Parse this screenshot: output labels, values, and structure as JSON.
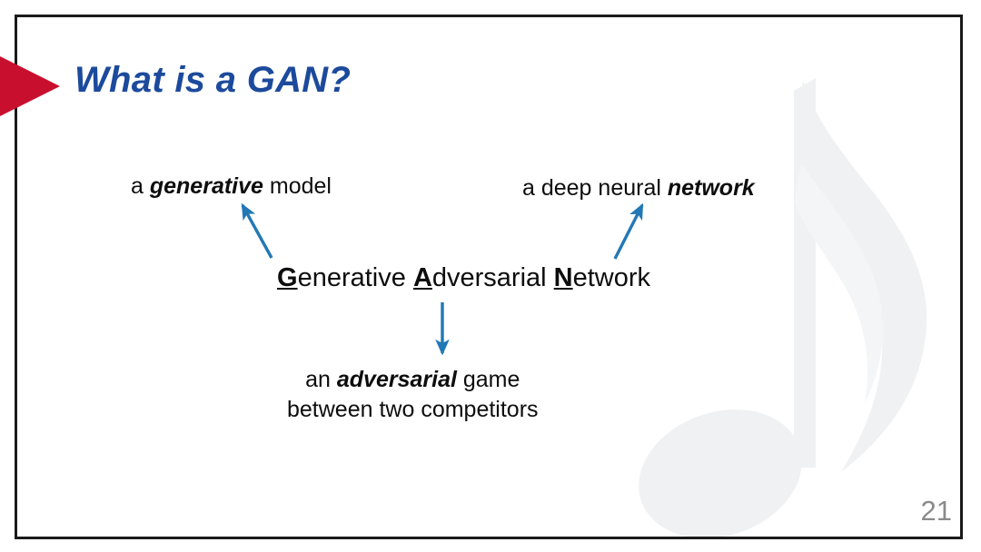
{
  "slide": {
    "page_number": "21",
    "title": "What is a GAN?",
    "colors": {
      "title_blue": "#1c4a9c",
      "marker_red": "#c8102e",
      "arrow_blue": "#2278b5",
      "frame_black": "#1a1a1a",
      "watermark_grey": "#f0f1f2",
      "page_number_grey": "#8a8a8a",
      "body_text": "#0d0d0d"
    },
    "labels": {
      "generative": {
        "prefix": "a ",
        "emphasis": "generative",
        "suffix": " model"
      },
      "network": {
        "prefix": "a deep neural ",
        "emphasis": "network",
        "suffix": ""
      },
      "gan": {
        "g_initial": "G",
        "g_rest": "enerative",
        "a_initial": "A",
        "a_rest": "dversarial",
        "n_initial": "N",
        "n_rest": "etwork",
        "space": " "
      },
      "adversarial": {
        "line1_prefix": "an ",
        "line1_emphasis": "adversarial",
        "line1_suffix": " game",
        "line2": "between two competitors"
      }
    },
    "arrows": [
      {
        "name": "arrow-to-generative",
        "direction": "up-left"
      },
      {
        "name": "arrow-to-network",
        "direction": "up-right"
      },
      {
        "name": "arrow-to-adversarial",
        "direction": "down"
      }
    ],
    "decorations": {
      "marker": "red-triangle-bullet",
      "watermark": "eighth-note-watermark"
    }
  }
}
